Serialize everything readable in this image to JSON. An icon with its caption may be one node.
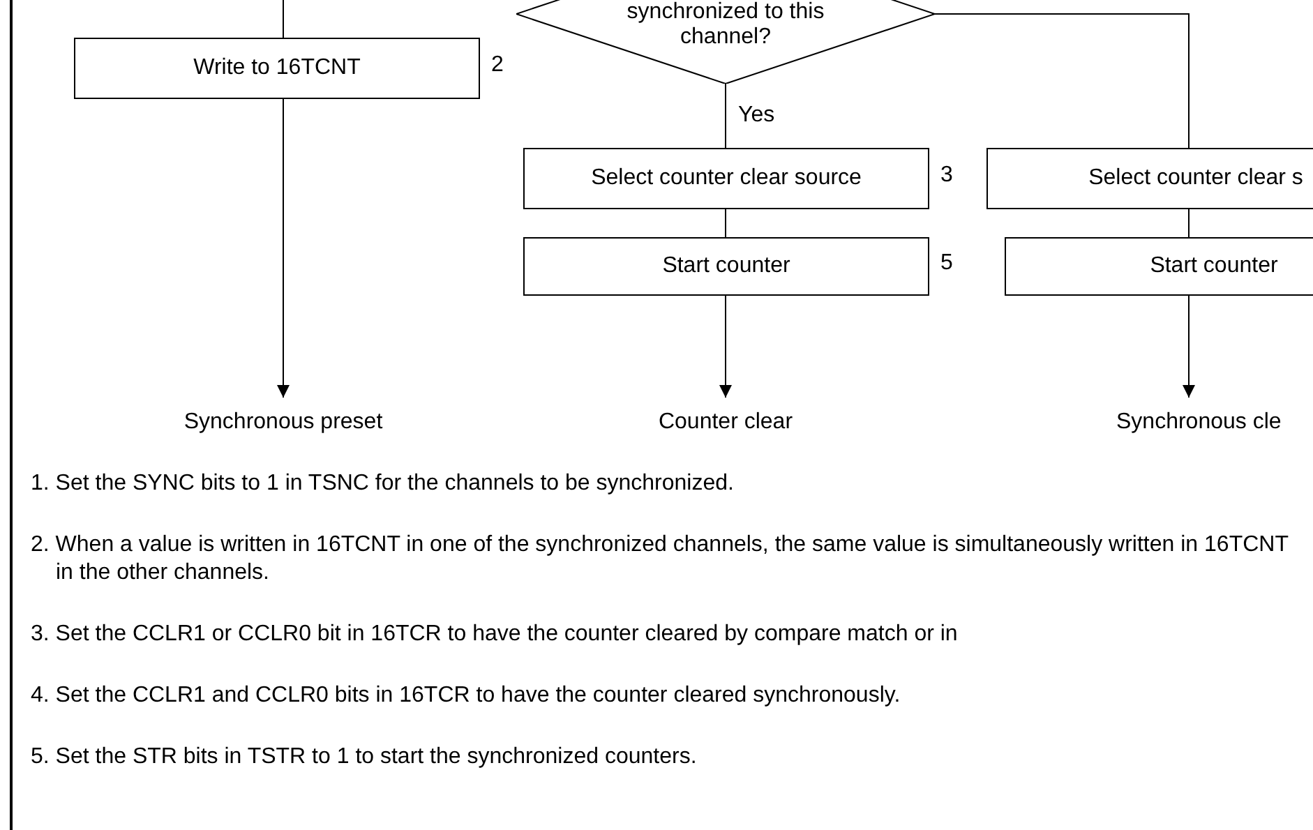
{
  "diagram": {
    "nodes": [
      {
        "text": [
          "Write to 16TCNT"
        ],
        "beside": [
          "2"
        ]
      },
      {
        "text": [
          "synchronized to this channel?"
        ]
      },
      {
        "text": [
          "Select counter clear source"
        ],
        "beside": [
          "3"
        ]
      },
      {
        "text": [
          "Start counter"
        ],
        "beside": [
          "5"
        ]
      },
      {
        "text": [
          "Select counter clear s"
        ]
      },
      {
        "text": [
          "Start counter"
        ]
      },
      {
        "text": [
          "Synchronous preset"
        ]
      },
      {
        "text": [
          "Counter clear"
        ]
      },
      {
        "text": [
          "Synchronous cle"
        ]
      }
    ],
    "edges": [
      {
        "from": null,
        "to": 0,
        "arrow": "none"
      },
      {
        "from": 0,
        "to": 6,
        "arrow": "to"
      },
      {
        "from": 1,
        "to": 2,
        "arrow": "none",
        "label": "Yes"
      },
      {
        "from": 2,
        "to": 3,
        "arrow": "none"
      },
      {
        "from": 3,
        "to": 7,
        "arrow": "to"
      },
      {
        "from": 1,
        "to": 4,
        "arrow": "none"
      },
      {
        "from": 4,
        "to": 5,
        "arrow": "none"
      },
      {
        "from": 5,
        "to": 8,
        "arrow": "to"
      }
    ],
    "labels": [
      "1. Set the SYNC bits to 1 in TSNC for the channels to be synchronized.",
      "2. When a value is written in 16TCNT in one of the synchronized channels, the same value is simultaneously written in 16TCNT in the other channels.",
      "3. Set the CCLR1 or CCLR0 bit in 16TCR to have the counter cleared by compare match or in",
      "4. Set the CCLR1 and CCLR0 bits in 16TCR to have the counter cleared synchronously.",
      "5. Set the STR bits in TSTR to 1 to start the synchronized counters."
    ]
  }
}
